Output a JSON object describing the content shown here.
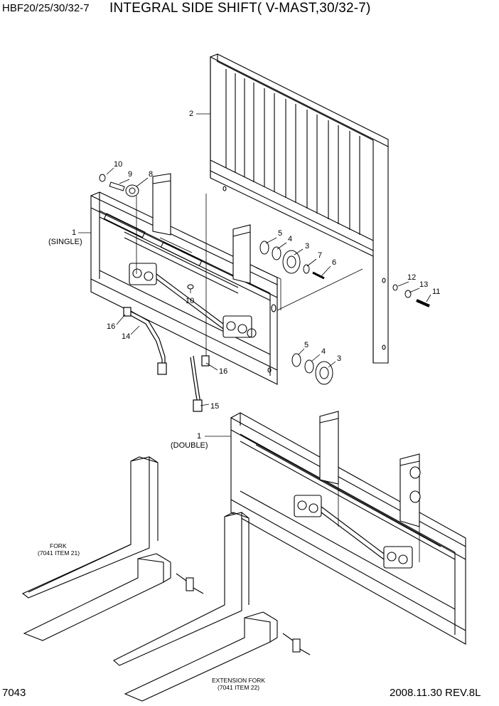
{
  "header": {
    "model": "HBF20/25/30/32-7",
    "title": "INTEGRAL SIDE SHIFT( V-MAST,30/32-7)"
  },
  "footer": {
    "page_number": "7043",
    "date_revision": "2008.11.30  REV.8L"
  },
  "callouts": [
    {
      "id": "c2",
      "text": "2"
    },
    {
      "id": "c10a",
      "text": "10"
    },
    {
      "id": "c9",
      "text": "9"
    },
    {
      "id": "c8",
      "text": "8"
    },
    {
      "id": "c1s",
      "text": "1"
    },
    {
      "id": "single",
      "text": "(SINGLE)"
    },
    {
      "id": "c5a",
      "text": "5"
    },
    {
      "id": "c4a",
      "text": "4"
    },
    {
      "id": "c3a",
      "text": "3"
    },
    {
      "id": "c7",
      "text": "7"
    },
    {
      "id": "c6",
      "text": "6"
    },
    {
      "id": "c12",
      "text": "12"
    },
    {
      "id": "c13",
      "text": "13"
    },
    {
      "id": "c11",
      "text": "11"
    },
    {
      "id": "c10b",
      "text": "10"
    },
    {
      "id": "c16a",
      "text": "16"
    },
    {
      "id": "c14",
      "text": "14"
    },
    {
      "id": "c5b",
      "text": "5"
    },
    {
      "id": "c4b",
      "text": "4"
    },
    {
      "id": "c3b",
      "text": "3"
    },
    {
      "id": "c16b",
      "text": "16"
    },
    {
      "id": "c15",
      "text": "15"
    },
    {
      "id": "c1d",
      "text": "1"
    },
    {
      "id": "double",
      "text": "(DOUBLE)"
    }
  ],
  "notes": {
    "fork_label": "FORK",
    "fork_ref": "(7041 ITEM 21)",
    "ext_fork_label": "EXTENSION FORK",
    "ext_fork_ref": "(7041 ITEM 22)"
  }
}
